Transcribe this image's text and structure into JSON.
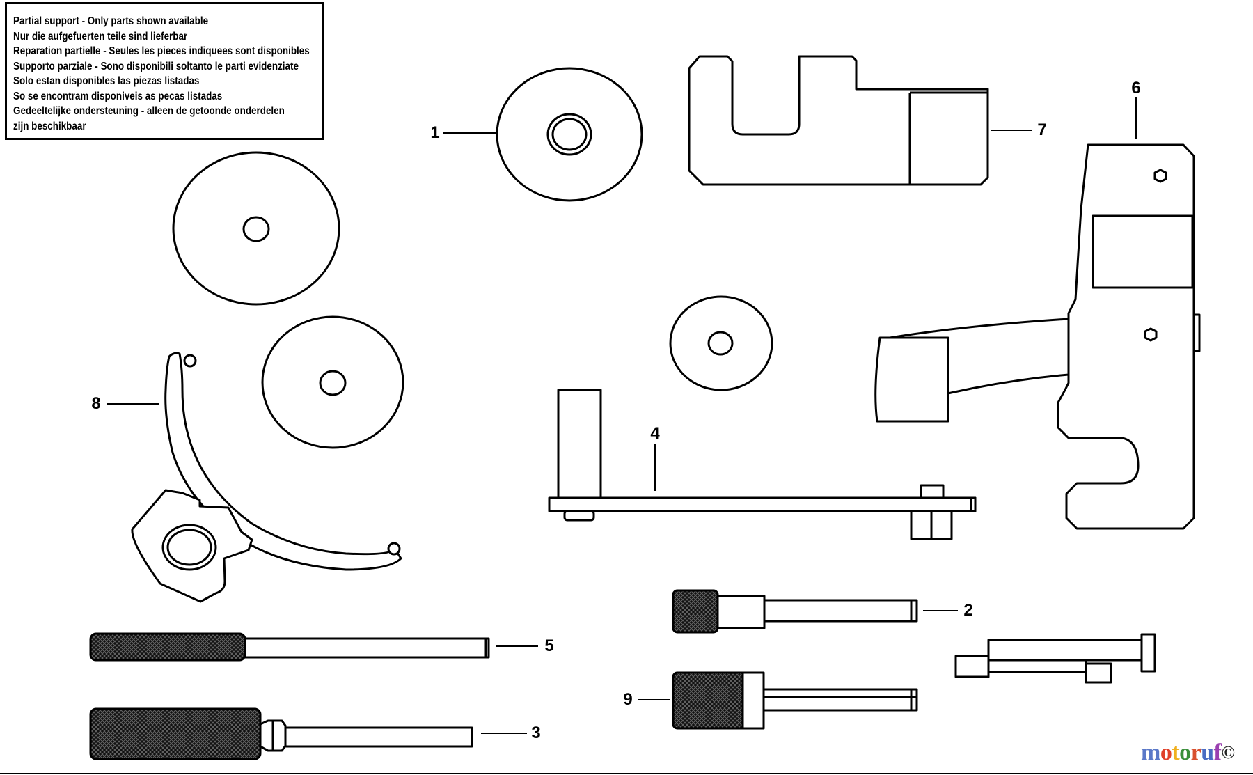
{
  "notice": {
    "lines": [
      "Partial support - Only parts shown available",
      "Nur die aufgefuerten teile sind lieferbar",
      "Reparation partielle - Seules les pieces indiquees sont disponibles",
      "Supporto parziale - Sono disponibili soltanto le parti evidenziate",
      "Solo estan disponibles las piezas listadas",
      "So se encontram disponiveis as pecas listadas",
      "Gedeeltelijke ondersteuning - alleen de getoonde onderdelen",
      "zijn beschikbaar"
    ]
  },
  "callouts": {
    "c1": "1",
    "c2": "2",
    "c3": "3",
    "c4": "4",
    "c5": "5",
    "c6": "6",
    "c7": "7",
    "c8": "8",
    "c9": "9"
  },
  "watermark": {
    "text": "motoruf",
    "letter_colors": [
      "#5a78c8",
      "#e0402a",
      "#f0b020",
      "#3a8f3a",
      "#d9502e",
      "#4a6bc2",
      "#9a3fb0"
    ],
    "mark": "©"
  }
}
